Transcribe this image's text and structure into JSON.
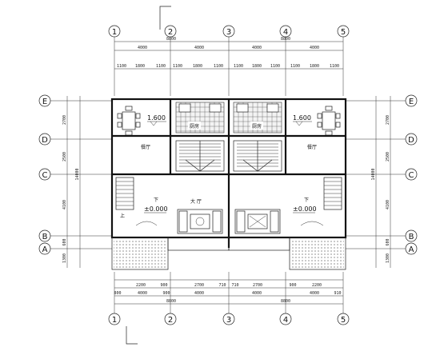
{
  "drawing": {
    "axes_top": [
      "1",
      "2",
      "3",
      "4",
      "5"
    ],
    "axes_bottom": [
      "1",
      "2",
      "3",
      "4",
      "5"
    ],
    "axes_left": [
      "E",
      "D",
      "C",
      "B",
      "A"
    ],
    "axes_right": [
      "E",
      "D",
      "C",
      "B",
      "A"
    ],
    "dims_top_total": [
      "8800",
      "8800"
    ],
    "dims_top_bays": [
      "4000",
      "4000",
      "4000",
      "4000"
    ],
    "dims_top_detail": [
      "1100",
      "1800",
      "1100",
      "1100",
      "1800",
      "1100",
      "1100",
      "1800",
      "1100",
      "1100",
      "1800",
      "1100"
    ],
    "dims_bottom_detail": [
      "2200",
      "900",
      "2700",
      "710",
      "710",
      "2700",
      "900",
      "2200"
    ],
    "dims_bottom_sub": [
      "800",
      "900",
      "910"
    ],
    "dims_bottom_bays": [
      "4000",
      "4000",
      "4000",
      "4000"
    ],
    "dims_bottom_total": [
      "8800",
      "8800"
    ],
    "dims_left": [
      "2700",
      "2500",
      "4100",
      "600",
      "1300"
    ],
    "dims_left_total": "14000",
    "dims_right": [
      "2700",
      "2500",
      "4100",
      "600",
      "1300"
    ],
    "dims_right_total": "14000",
    "elev_upper_left": "1.600",
    "elev_upper_right": "1.600",
    "elev_lower_left": "±0.000",
    "elev_lower_right": "±0.000",
    "room_dining_left": "餐厅",
    "room_dining_right": "餐厅",
    "room_kitchen_left": "厨房",
    "room_kitchen_right": "厨房",
    "room_hall": "大 厅",
    "label_down_left": "下",
    "label_down_right": "下",
    "label_up": "上"
  }
}
